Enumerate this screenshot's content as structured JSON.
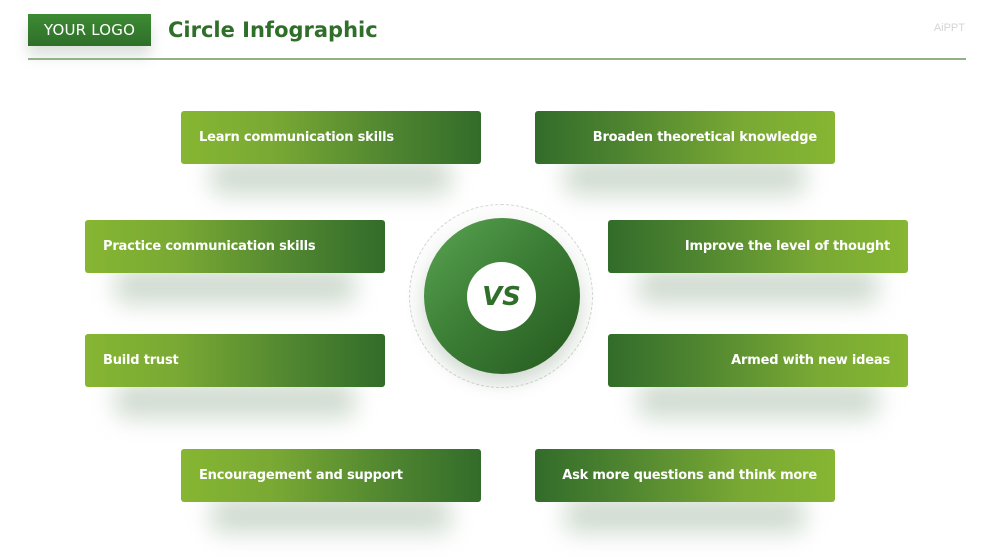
{
  "header": {
    "logo_text": "YOUR LOGO",
    "title": "Circle Infographic",
    "brand": "AiPPT"
  },
  "center": {
    "label": "VS"
  },
  "colors": {
    "primary_green": "#2f6f2a",
    "light_green": "#86b632",
    "dark_green": "#326c2a",
    "rule": "#8fb386"
  },
  "left_items": [
    {
      "label": "Learn communication skills"
    },
    {
      "label": "Practice communication skills"
    },
    {
      "label": "Build trust"
    },
    {
      "label": "Encouragement and support"
    }
  ],
  "right_items": [
    {
      "label": "Broaden theoretical knowledge"
    },
    {
      "label": "Improve the level of thought"
    },
    {
      "label": "Armed with new ideas"
    },
    {
      "label": "Ask more questions and think more"
    }
  ]
}
